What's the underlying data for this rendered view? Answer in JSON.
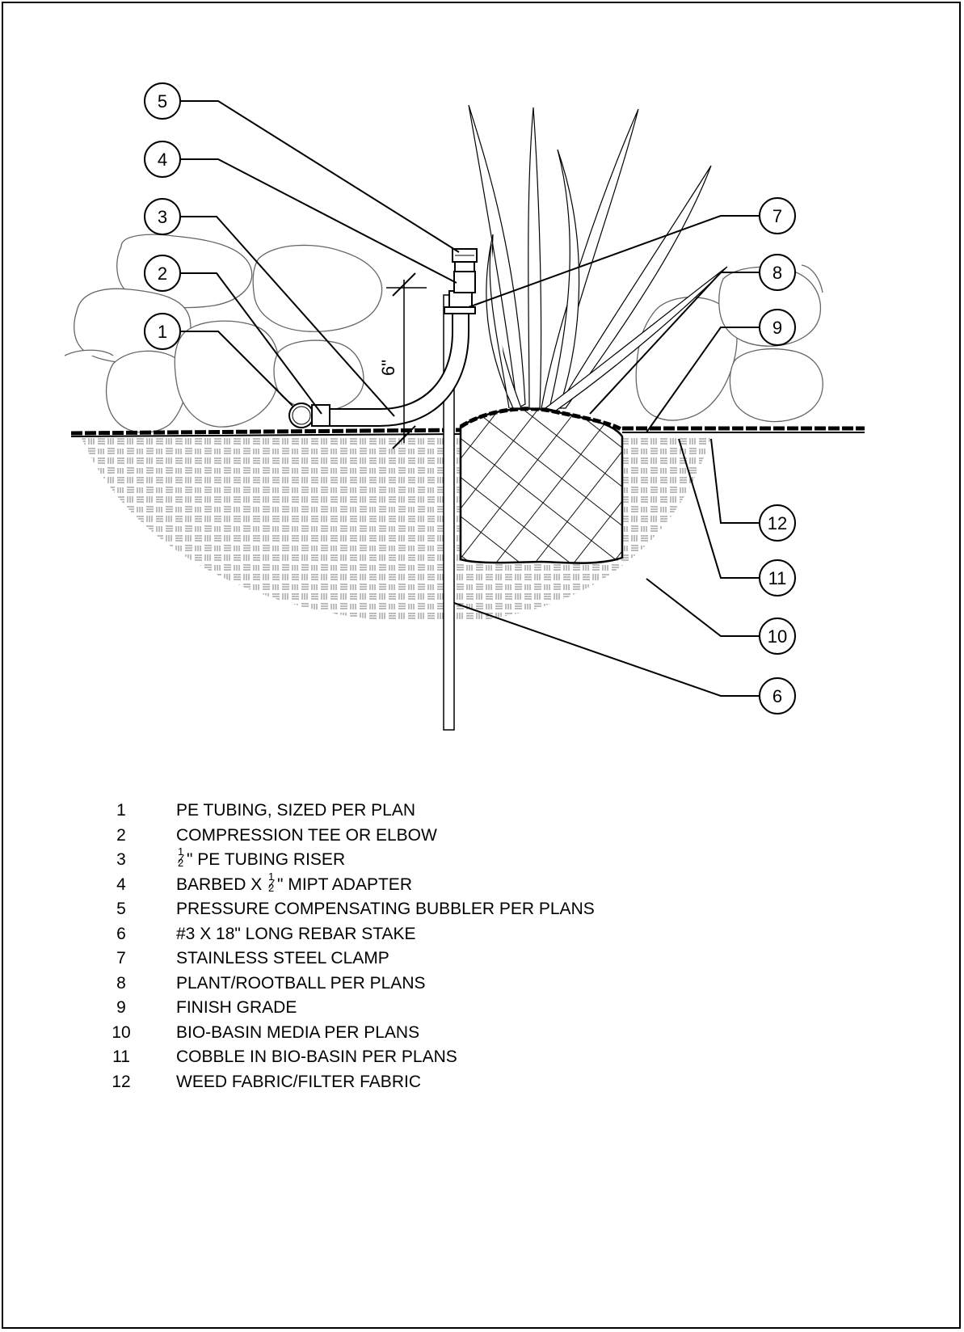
{
  "callouts": [
    "1",
    "2",
    "3",
    "4",
    "5",
    "6",
    "7",
    "8",
    "9",
    "10",
    "11",
    "12"
  ],
  "dimension": {
    "label": "6\""
  },
  "legend": [
    {
      "num": "1",
      "pre": "",
      "frac": null,
      "post": "PE TUBING, SIZED PER PLAN"
    },
    {
      "num": "2",
      "pre": "",
      "frac": null,
      "post": "COMPRESSION TEE OR ELBOW"
    },
    {
      "num": "3",
      "pre": "",
      "frac": {
        "n": "1",
        "d": "2"
      },
      "post": "\" PE TUBING RISER"
    },
    {
      "num": "4",
      "pre": "BARBED X ",
      "frac": {
        "n": "1",
        "d": "2"
      },
      "post": "\" MIPT ADAPTER"
    },
    {
      "num": "5",
      "pre": "",
      "frac": null,
      "post": "PRESSURE COMPENSATING BUBBLER PER PLANS"
    },
    {
      "num": "6",
      "pre": "",
      "frac": null,
      "post": "#3 X 18\" LONG REBAR STAKE"
    },
    {
      "num": "7",
      "pre": "",
      "frac": null,
      "post": "STAINLESS STEEL CLAMP"
    },
    {
      "num": "8",
      "pre": "",
      "frac": null,
      "post": "PLANT/ROOTBALL PER PLANS"
    },
    {
      "num": "9",
      "pre": "",
      "frac": null,
      "post": "FINISH GRADE"
    },
    {
      "num": "10",
      "pre": "",
      "frac": null,
      "post": "BIO-BASIN MEDIA PER PLANS"
    },
    {
      "num": "11",
      "pre": "",
      "frac": null,
      "post": "COBBLE IN BIO-BASIN PER PLANS"
    },
    {
      "num": "12",
      "pre": "",
      "frac": null,
      "post": "WEED FABRIC/FILTER FABRIC"
    }
  ]
}
